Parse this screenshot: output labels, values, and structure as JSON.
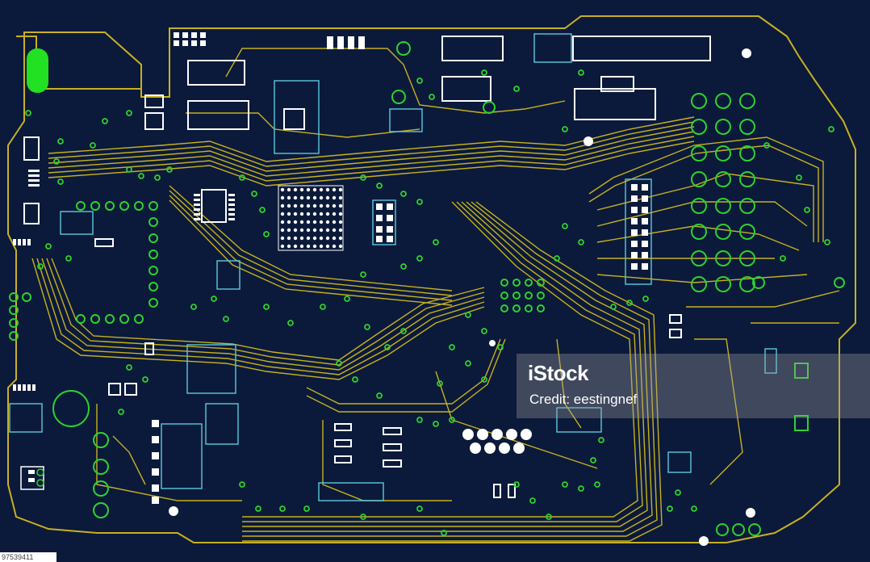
{
  "image": {
    "subject": "printed-circuit-board-layout",
    "colors": {
      "background": "#0b1a3a",
      "trace": "#c8b020",
      "pad_outline": "#ffffff",
      "via": "#2ed12e",
      "cyan_pad": "#5ac8e0",
      "led": "#22e022"
    }
  },
  "watermark": {
    "brand": "iStock",
    "credit": "Credit: eestingnef",
    "stock_id": "97539411"
  }
}
